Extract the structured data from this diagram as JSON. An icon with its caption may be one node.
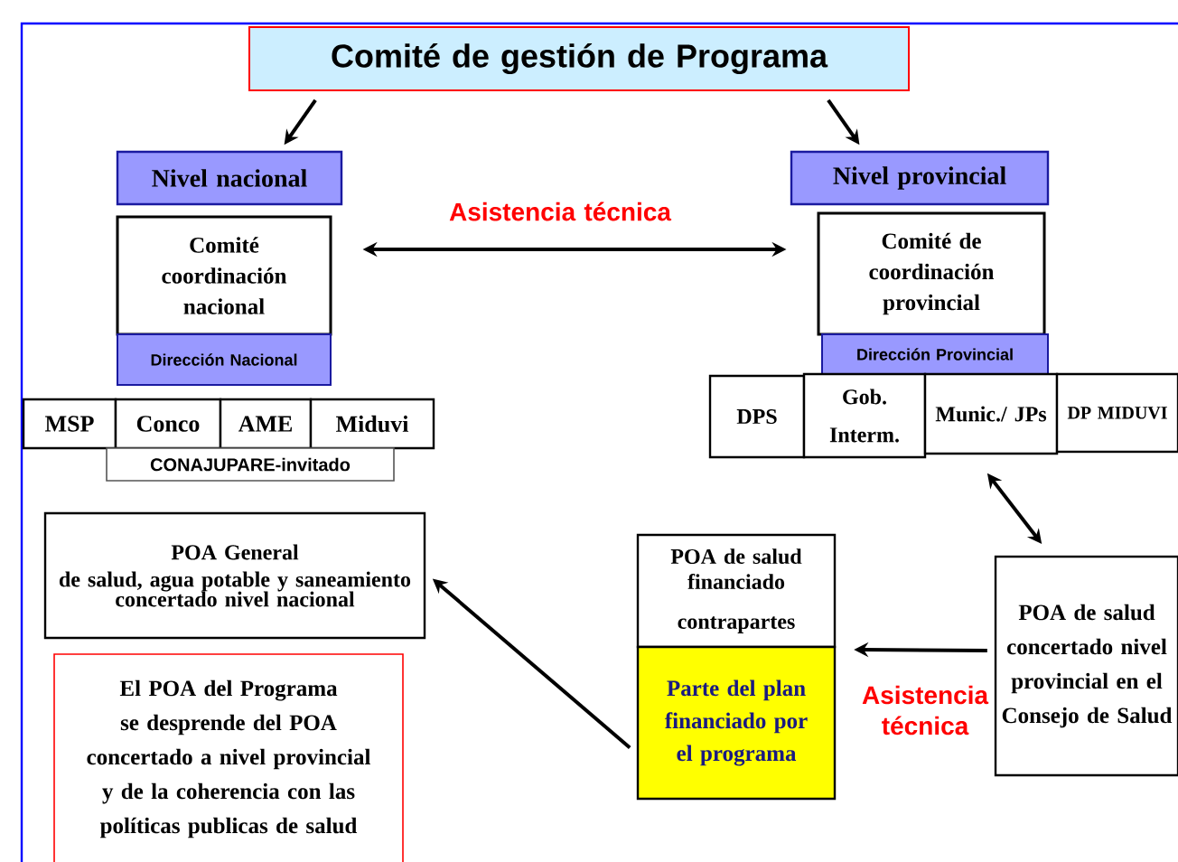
{
  "diagram": {
    "nodes": [
      {
        "text": [
          "Comité de gestión de Programa"
        ]
      },
      {
        "text": [
          "Nivel nacional"
        ]
      },
      {
        "text": [
          "Comité coordinación nacional"
        ]
      },
      {
        "text": [
          "Dirección Nacional"
        ]
      },
      {
        "text": [
          "MSP"
        ]
      },
      {
        "text": [
          "Conco"
        ]
      },
      {
        "text": [
          "AME"
        ]
      },
      {
        "text": [
          "Miduvi"
        ]
      },
      {
        "text": [
          "CONAJUPARE-invitado"
        ]
      },
      {
        "text": [
          "Nivel provincial"
        ]
      },
      {
        "text": [
          "Comité de coordinación provincial"
        ]
      },
      {
        "text": [
          "Dirección Provincial"
        ]
      },
      {
        "text": [
          "DPS"
        ]
      },
      {
        "text": [
          "Gob. Interm."
        ]
      },
      {
        "text": [
          "Munic./ JPs"
        ]
      },
      {
        "text": [
          "DP MIDUVI"
        ]
      },
      {
        "text": [
          "POA General",
          "de salud, agua potable y saneamiento concertado nivel nacional"
        ]
      },
      {
        "text": [
          "El POA del Programa se desprende del POA concertado a nivel provincial y de la coherencia con las políticas publicas de salud"
        ]
      },
      {
        "text": [
          "POA de salud financiado",
          "contrapartes"
        ]
      },
      {
        "text": [
          "Parte del plan financiado por el programa"
        ]
      },
      {
        "text": [
          "POA de salud concertado nivel provincial en el Consejo de Salud"
        ]
      }
    ],
    "edges": [
      {
        "from": 0,
        "to": 1,
        "arrow": "to"
      },
      {
        "from": 0,
        "to": 9,
        "arrow": "to"
      },
      {
        "from": 2,
        "to": 10,
        "arrow": "both",
        "label": "Asistencia técnica"
      },
      {
        "from": 14,
        "to": 20,
        "arrow": "both"
      },
      {
        "from": 20,
        "to": 19,
        "arrow": "to",
        "label": "Asistencia técnica"
      },
      {
        "from": 19,
        "to": 16,
        "arrow": "to"
      }
    ]
  }
}
